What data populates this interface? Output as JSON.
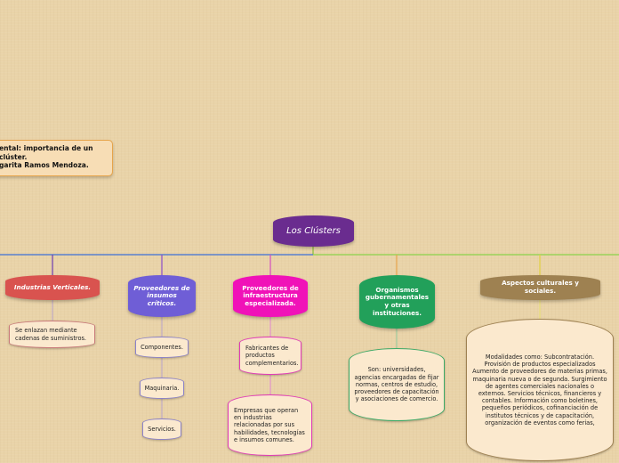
{
  "title_box": {
    "lines": [
      "ental: importancia de un",
      "clúster.",
      "garita Ramos Mendoza."
    ]
  },
  "root": {
    "label": "Los Clústers"
  },
  "categories": [
    {
      "label": "Industrias Verticales.",
      "color": "#d9534f"
    },
    {
      "label": "Proveedores de insumos críticos.",
      "color": "#6f5ed6"
    },
    {
      "label": "Proveedores de infraestructura especializada.",
      "color": "#f012b8"
    },
    {
      "label": "Organismos gubernamentales y otras instituciones.",
      "color": "#22a05a"
    },
    {
      "label": "Aspectos culturales y sociales.",
      "color": "#9e8151"
    }
  ],
  "leaves": {
    "industrias": [
      "Se enlazan mediante cadenas de suministros."
    ],
    "insumos": [
      "Componentes.",
      "Maquinaria.",
      "Servicios."
    ],
    "infraestructura": [
      "Fabricantes de productos complementarios.",
      "Empresas que operan en industrias relacionadas por sus habilidades, tecnologías e insumos comunes."
    ],
    "organismos": [
      "Son: universidades, agencias encargadas de fijar normas, centros de estudio, proveedores de capacitación y asociaciones de comercio."
    ],
    "culturales": [
      "Modalidades como: Subcontratación. Provisión de productos especializados Aumento de proveedores de materias primas, maquinaria nueva o de segunda. Surgimiento de agentes comerciales nacionales o externos. Servicios técnicos, financieros y contables. Información como boletines, pequeños periódicos, cofinanciación de institutos técnicos y de capacitación, organización de eventos como ferias,"
    ]
  }
}
